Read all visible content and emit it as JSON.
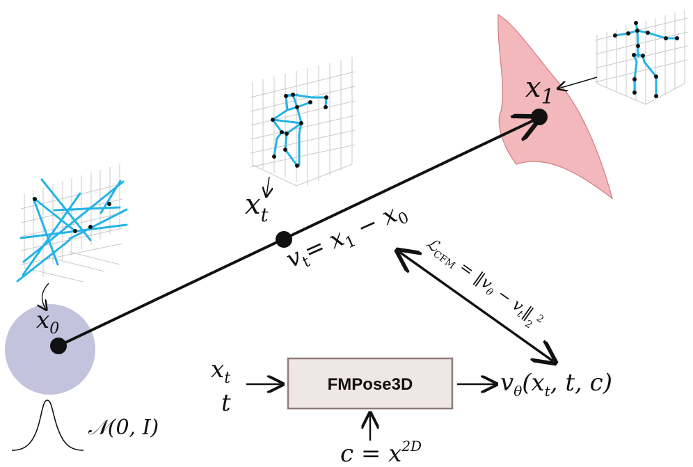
{
  "labels": {
    "x0": {
      "base": "x",
      "sub": "0"
    },
    "xt_top": {
      "base": "x",
      "sub": "t"
    },
    "x1": {
      "base": "x",
      "sub": "1"
    },
    "velocity": {
      "lhs_base": "v",
      "lhs_sub": "t",
      "rhs": "= x",
      "rhs_sub1": "1",
      "rhs_mid": " − x",
      "rhs_sub2": "0"
    },
    "loss": {
      "lhs": "ℒ",
      "lhs_sub": "CFM",
      "rhs": " = ‖v",
      "rhs_sub1": "θ",
      "rhs_mid": " − v",
      "rhs_sub2": "t",
      "rhs_end": "‖",
      "exp": "2",
      "norm_sub": "2"
    },
    "normal_dist": "𝒩(0, I)",
    "input_xt": {
      "base": "x",
      "sub": "t"
    },
    "input_t": "t",
    "box_label": "FMPose3D",
    "output": {
      "base": "v",
      "sub": "θ",
      "args": "(x",
      "args_sub": "t",
      "args_tail": ", t, c)"
    },
    "condition": {
      "lhs": "c = x",
      "sup": "2D"
    }
  },
  "colors": {
    "source_disk": "#c3c3dd",
    "target_region": "#f2b8bb",
    "target_stroke": "#d27b80",
    "pose_line": "#23b3e6",
    "box_fill": "#efe6e6",
    "box_stroke": "#8f7b7b"
  }
}
